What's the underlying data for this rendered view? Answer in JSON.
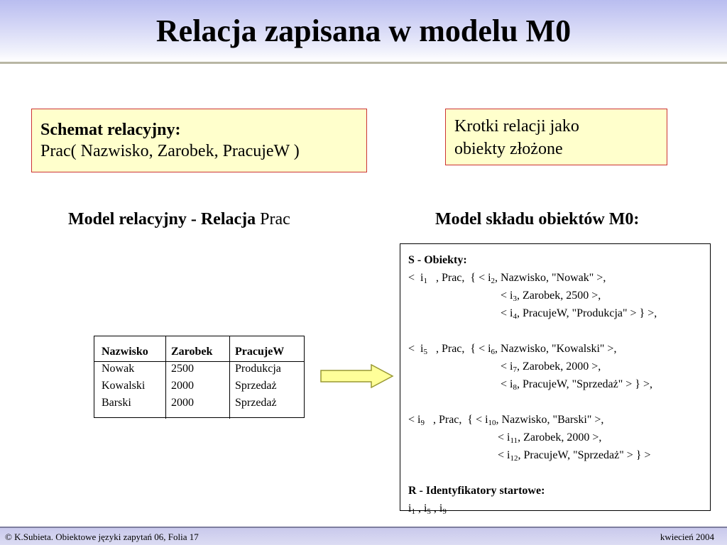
{
  "title": "Relacja zapisana w modelu M0",
  "schema_box": {
    "heading": "Schemat relacyjny:",
    "line": "Prac( Nazwisko, Zarobek, PracujeW  )"
  },
  "krotki_box": {
    "line1": "Krotki relacji jako",
    "line2": "obiekty złożone"
  },
  "left_section": {
    "bold": "Model relacyjny - Relacja ",
    "plain": "Prac"
  },
  "right_section": "Model składu obiektów M0:",
  "relation_table": {
    "headers": [
      "Nazwisko",
      "Zarobek",
      "PracujeW"
    ],
    "rows": [
      [
        "Nowak",
        "2500",
        "Produkcja"
      ],
      [
        "Kowalski",
        "2000",
        "Sprzedaż"
      ],
      [
        "Barski",
        "2000",
        "Sprzedaż"
      ]
    ]
  },
  "m0_store": {
    "objects_heading": "S - Obiekty:",
    "obj1": {
      "l1a": "<  i",
      "l1s": "1",
      "l1b": "   , Prac,  { < i",
      "l1s2": "2",
      "l1c": ", Nazwisko, \"Nowak\" >,",
      "l2a": "< i",
      "l2s": "3",
      "l2b": ", Zarobek, 2500 >,",
      "l3a": "< i",
      "l3s": "4",
      "l3b": ", PracujeW, \"Produkcja\" > } >,"
    },
    "obj2": {
      "l1a": "<  i",
      "l1s": "5",
      "l1b": "   , Prac,  { < i",
      "l1s2": "6",
      "l1c": ", Nazwisko, \"Kowalski\" >,",
      "l2a": "< i",
      "l2s": "7",
      "l2b": ", Zarobek, 2000 >,",
      "l3a": "< i",
      "l3s": "8",
      "l3b": ", PracujeW, \"Sprzedaż\" > } >,"
    },
    "obj3": {
      "l1a": "< i",
      "l1s": "9",
      "l1b": "   , Prac,  { < i",
      "l1s2": "10",
      "l1c": ", Nazwisko, \"Barski\" >,",
      "l2a": "< i",
      "l2s": "11",
      "l2b": ", Zarobek, 2000 >,",
      "l3a": "< i",
      "l3s": "12",
      "l3b": ", PracujeW, \"Sprzedaż\" > } >"
    },
    "roots_heading": "R - Identyfikatory startowe:",
    "roots": {
      "a": "i",
      "as": "1",
      "b": " , i",
      "bs": "5",
      "c": " , i",
      "cs": "9"
    }
  },
  "footer": {
    "left": "© K.Subieta. Obiektowe języki zapytań 06, Folia 17",
    "right": "kwiecień 2004"
  },
  "colors": {
    "box_fill": "#ffffcc",
    "box_border": "#cc3333",
    "arrow_fill": "#ffff99",
    "arrow_border": "#999933"
  }
}
